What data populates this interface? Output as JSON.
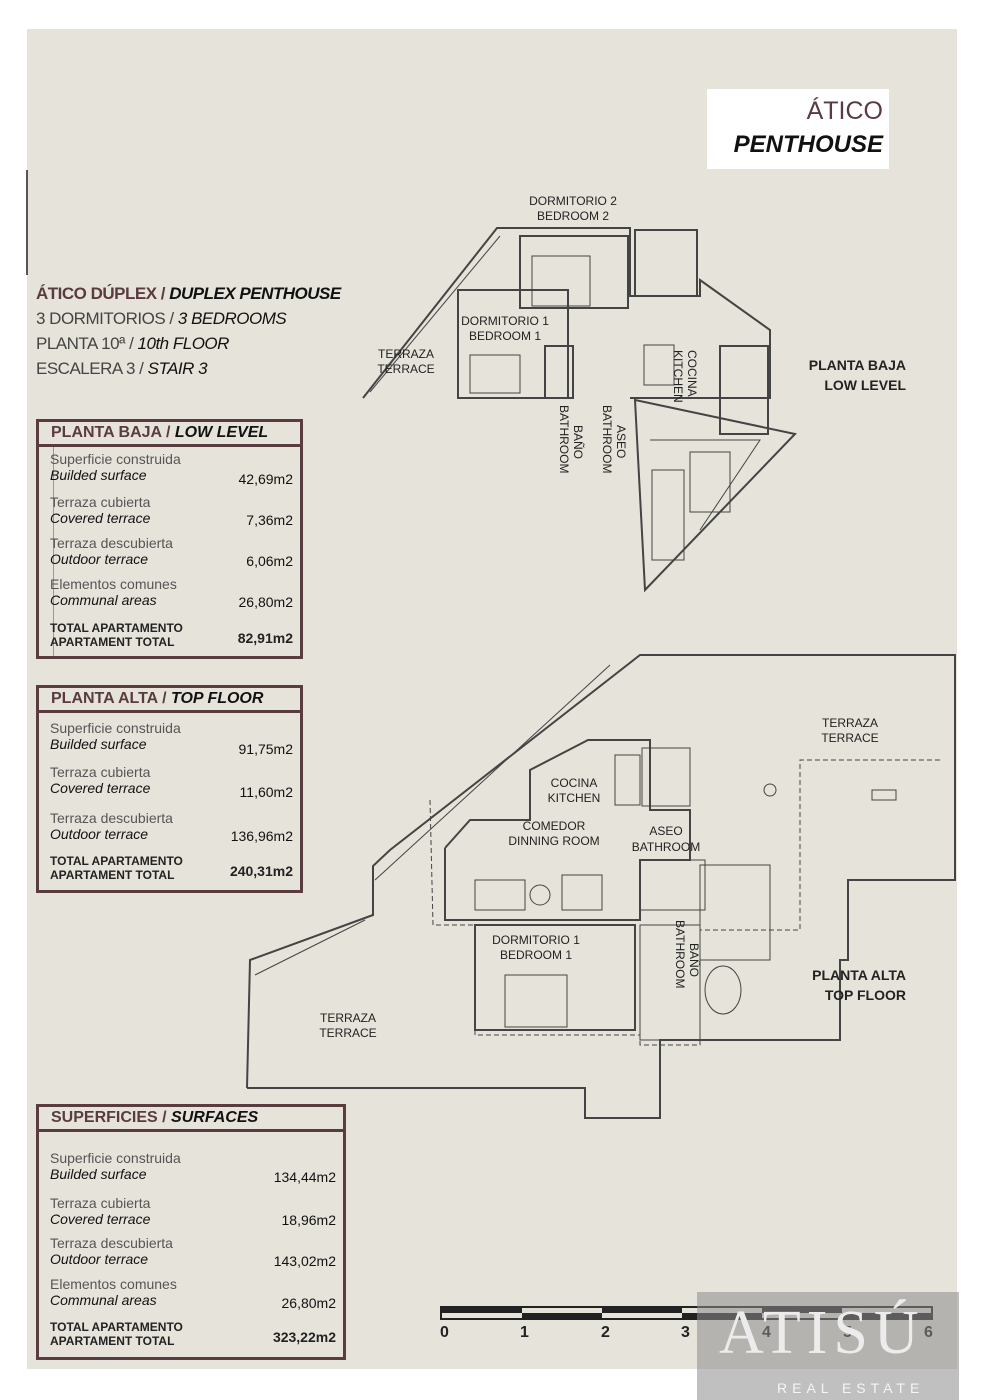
{
  "title": {
    "line1": "ÁTICO",
    "line2": "PENTHOUSE"
  },
  "info": {
    "l1_es": "ÁTICO DÚPLEX /",
    "l1_en": "DUPLEX PENTHOUSE",
    "l2_es": "3 DORMITORIOS /",
    "l2_en": "3 BEDROOMS",
    "l3_es": "PLANTA 10ª /",
    "l3_en": "10th FLOOR",
    "l4_es": "ESCALERA 3 /",
    "l4_en": "STAIR 3"
  },
  "low_level": {
    "title_es": "PLANTA BAJA /",
    "title_en": "LOW LEVEL",
    "rows": [
      {
        "es": "Superficie construida",
        "en": "Builded surface",
        "value": "42,69m2"
      },
      {
        "es": "Terraza cubierta",
        "en": "Covered terrace",
        "value": "7,36m2"
      },
      {
        "es": "Terraza descubierta",
        "en": "Outdoor terrace",
        "value": "6,06m2"
      },
      {
        "es": "Elementos comunes",
        "en": "Communal areas",
        "value": "26,80m2"
      }
    ],
    "total_es": "TOTAL APARTAMENTO",
    "total_en": "APARTAMENT TOTAL",
    "total_value": "82,91m2"
  },
  "top_floor": {
    "title_es": "PLANTA ALTA /",
    "title_en": "TOP FLOOR",
    "rows": [
      {
        "es": "Superficie construida",
        "en": "Builded surface",
        "value": "91,75m2"
      },
      {
        "es": "Terraza cubierta",
        "en": "Covered terrace",
        "value": "11,60m2"
      },
      {
        "es": "Terraza descubierta",
        "en": "Outdoor terrace",
        "value": "136,96m2"
      }
    ],
    "total_es": "TOTAL APARTAMENTO",
    "total_en": "APARTAMENT TOTAL",
    "total_value": "240,31m2"
  },
  "surfaces": {
    "title_es": "SUPERFICIES /",
    "title_en": "SURFACES",
    "rows": [
      {
        "es": "Superficie construida",
        "en": "Builded surface",
        "value": "134,44m2"
      },
      {
        "es": "Terraza cubierta",
        "en": "Covered terrace",
        "value": "18,96m2"
      },
      {
        "es": "Terraza descubierta",
        "en": "Outdoor terrace",
        "value": "143,02m2"
      },
      {
        "es": "Elementos comunes",
        "en": "Communal areas",
        "value": "26,80m2"
      }
    ],
    "total_es": "TOTAL APARTAMENTO",
    "total_en": "APARTAMENT TOTAL",
    "total_value": "323,22m2"
  },
  "plan_low": {
    "level_es": "PLANTA BAJA",
    "level_en": "LOW LEVEL",
    "dorm2_es": "DORMITORIO 2",
    "dorm2_en": "BEDROOM 2",
    "dorm1_es": "DORMITORIO 1",
    "dorm1_en": "BEDROOM 1",
    "terr_es": "TERRAZA",
    "terr_en": "TERRACE",
    "kit_es": "COCINA",
    "kit_en": "KITCHEN",
    "bath_es": "BAÑO",
    "bath_en": "BATHROOM",
    "aseo_es": "ASEO",
    "aseo_en": "BATHROOM"
  },
  "plan_top": {
    "level_es": "PLANTA ALTA",
    "level_en": "TOP FLOOR",
    "terr1_es": "TERRAZA",
    "terr1_en": "TERRACE",
    "terr2_es": "TERRAZA",
    "terr2_en": "TERRACE",
    "kit_es": "COCINA",
    "kit_en": "KITCHEN",
    "din_es": "COMEDOR",
    "din_en": "DINNING ROOM",
    "aseo_es": "ASEO",
    "aseo_en": "BATHROOM",
    "dorm1_es": "DORMITORIO 1",
    "dorm1_en": "BEDROOM 1",
    "bath_es": "BAÑO",
    "bath_en": "BATHROOM"
  },
  "scale": {
    "ticks": [
      "0",
      "1",
      "2",
      "3",
      "4",
      "5",
      "6"
    ]
  },
  "logo": {
    "brand": "ATISÚ",
    "sub": "REAL ESTATE"
  }
}
